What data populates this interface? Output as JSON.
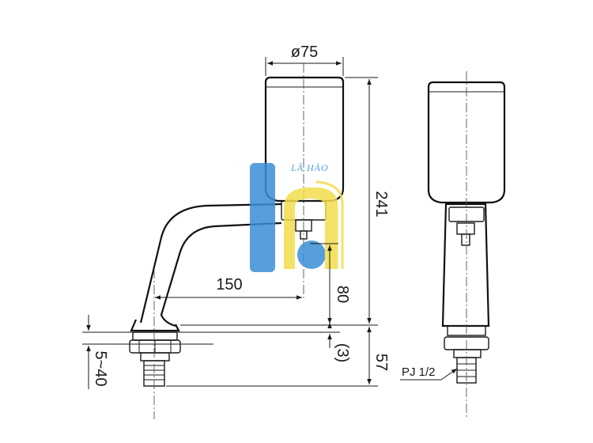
{
  "dimensions": {
    "diameter": "ø75",
    "total_height": "241",
    "reach": "150",
    "spout_height": "80",
    "gap": "(3)",
    "shank_length": "57",
    "counter_thickness": "5~40"
  },
  "thread_label": "PJ 1/2",
  "watermark": {
    "text": "LÃ HÀO",
    "blue": "#3a8fd6",
    "yellow": "#f2de4b"
  },
  "colors": {
    "line": "#1a1a1a"
  }
}
